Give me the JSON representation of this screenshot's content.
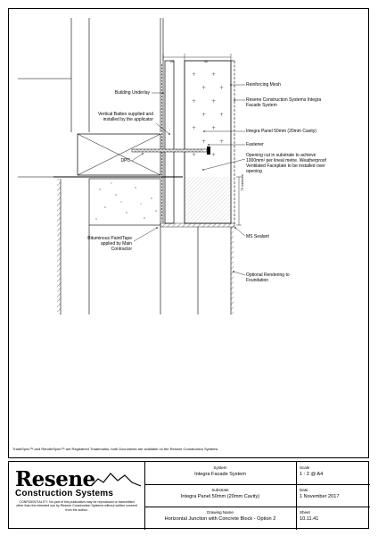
{
  "labels": {
    "reinforcing_mesh": "Reinforcing Mesh",
    "building_underlay": "Building Underlay",
    "resene_system": "Resene Construction Systems Integra Facade System",
    "vertical_batten": "Vertical Batten supplied and installed by the applicator",
    "integra_panel": "Integra Panel 50mm (20mm Cavity)",
    "dpc": "DPC",
    "fastener": "Fastener",
    "opening_cut": "Opening cut in substrate to achieve 1000mm² per lineal metre. Weatherproof Ventilated Faceplate to be installed over opening",
    "ms_sealant": "MS Sealant",
    "bituminous": "Bituminous Paint/Tape applied by Main Contractor",
    "optional_rendering": "Optional Rendering to Foundation",
    "dim_top_a": "20",
    "dim_top_b": "50",
    "dim_side": "75 minimum"
  },
  "trademark_note": "TradeSpec™ and RenderSpec™ are Registered Trademarks, both Documents are available on the Resene Construction Systems",
  "title_block": {
    "logo_word": "Resene",
    "logo_sub": "Construction Systems",
    "confidentiality": "CONFIDENTIALITY: No part of this publication may be reproduced or transmitted other than the intended use by Resene Construction Systems without written consent from the author.",
    "system_caption": "System",
    "system_value": "Integra Facade System",
    "substrate_caption": "Substrate",
    "substrate_value": "Integra Panel 50mm (20mm Cavity)",
    "drawing_name_caption": "Drawing Name",
    "drawing_name_value": "Horizontal Junction with Concrete Block - Option 2",
    "scale_caption": "Scale",
    "scale_value": "1 : 2 @ A4",
    "date_caption": "Date",
    "date_value": "1 November 2017",
    "sheet_caption": "Sheet",
    "sheet_value": "10.11.41"
  }
}
